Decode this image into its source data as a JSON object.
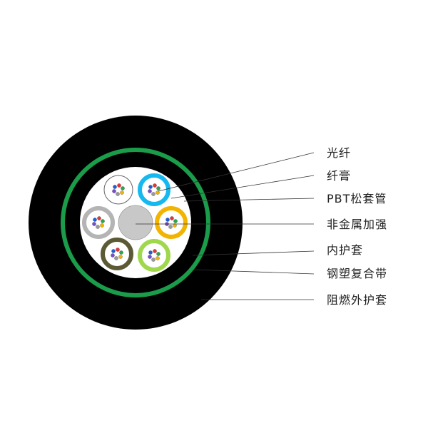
{
  "colors": {
    "outer_sheath": "#000000",
    "armor_tape": "#1a9c4a",
    "inner_core_bg": "#ffffff",
    "central_strength": "#c8c8c8",
    "tube_colors": [
      "#ffffff",
      "#15b8ef",
      "#f2b400",
      "#9fd84a",
      "#5c5a35",
      "#b4b4b4"
    ],
    "fiber_colors": [
      "#1f5fd6",
      "#e3343c",
      "#27a84a",
      "#f2b400",
      "#9a9a9a",
      "#7a4bd0"
    ],
    "leader_line": "#333333"
  },
  "labels": [
    {
      "text": "光纤",
      "target": "fiber"
    },
    {
      "text": "纤膏",
      "target": "fiber-gel"
    },
    {
      "text": "PBT松套管",
      "target": "pbt-loose-tube"
    },
    {
      "text": "非金属加强",
      "target": "non-metal-strength-member"
    },
    {
      "text": "内护套",
      "target": "inner-sheath"
    },
    {
      "text": "钢塑复合带",
      "target": "steel-plastic-tape"
    },
    {
      "text": "阻燃外护套",
      "target": "flame-retardant-outer-sheath"
    }
  ]
}
